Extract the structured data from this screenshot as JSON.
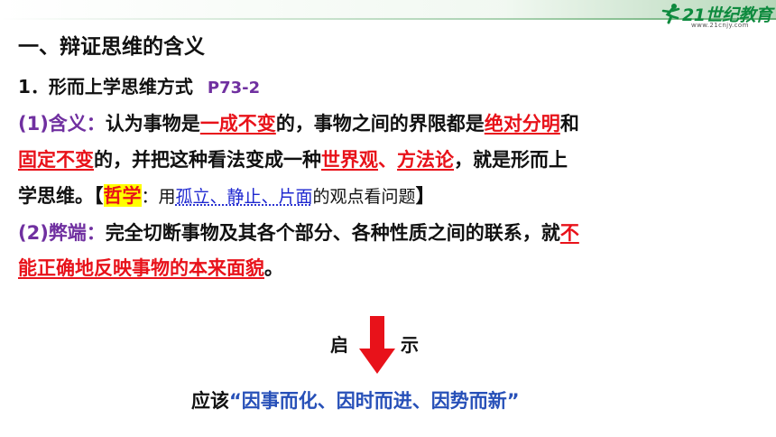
{
  "logo": {
    "brand": "21世纪教育",
    "url": "www.21cnjy.com"
  },
  "heading": {
    "title": "一、辩证思维的含义"
  },
  "subheading": {
    "text": "1．形而上学思维方式",
    "ref": "P73-2"
  },
  "meaning": {
    "label": "(1)含义：",
    "t1": "认为事物是",
    "r1": "一成不变",
    "t2": "的，事物之间的界限都是",
    "r2": "绝对分明",
    "t3": "和",
    "r3": "固定不变",
    "t4": "的，并把这种看法变成一种",
    "r4": "世界观",
    "t5": "、",
    "r5": "方法论",
    "t6": "，就是形而上",
    "t7": "学思维。",
    "note_open": "【",
    "note_tag": "哲学",
    "note_colon": "：",
    "note_use": "用",
    "note_blue": "孤立、静止、片面",
    "note_rest": "的观点看问题",
    "note_close": "】"
  },
  "drawback": {
    "label": "(2)弊端：",
    "t1": "完全切断事物及其各个部分、各种性质之间的联系，就",
    "r1": "不",
    "r2": "能正确地反映事物的本来面貌",
    "t2": "。"
  },
  "arrow": {
    "left": "启",
    "right": "示"
  },
  "conclusion": {
    "prefix": "应该",
    "quote": "“因事而化、因时而进、因势而新”"
  }
}
